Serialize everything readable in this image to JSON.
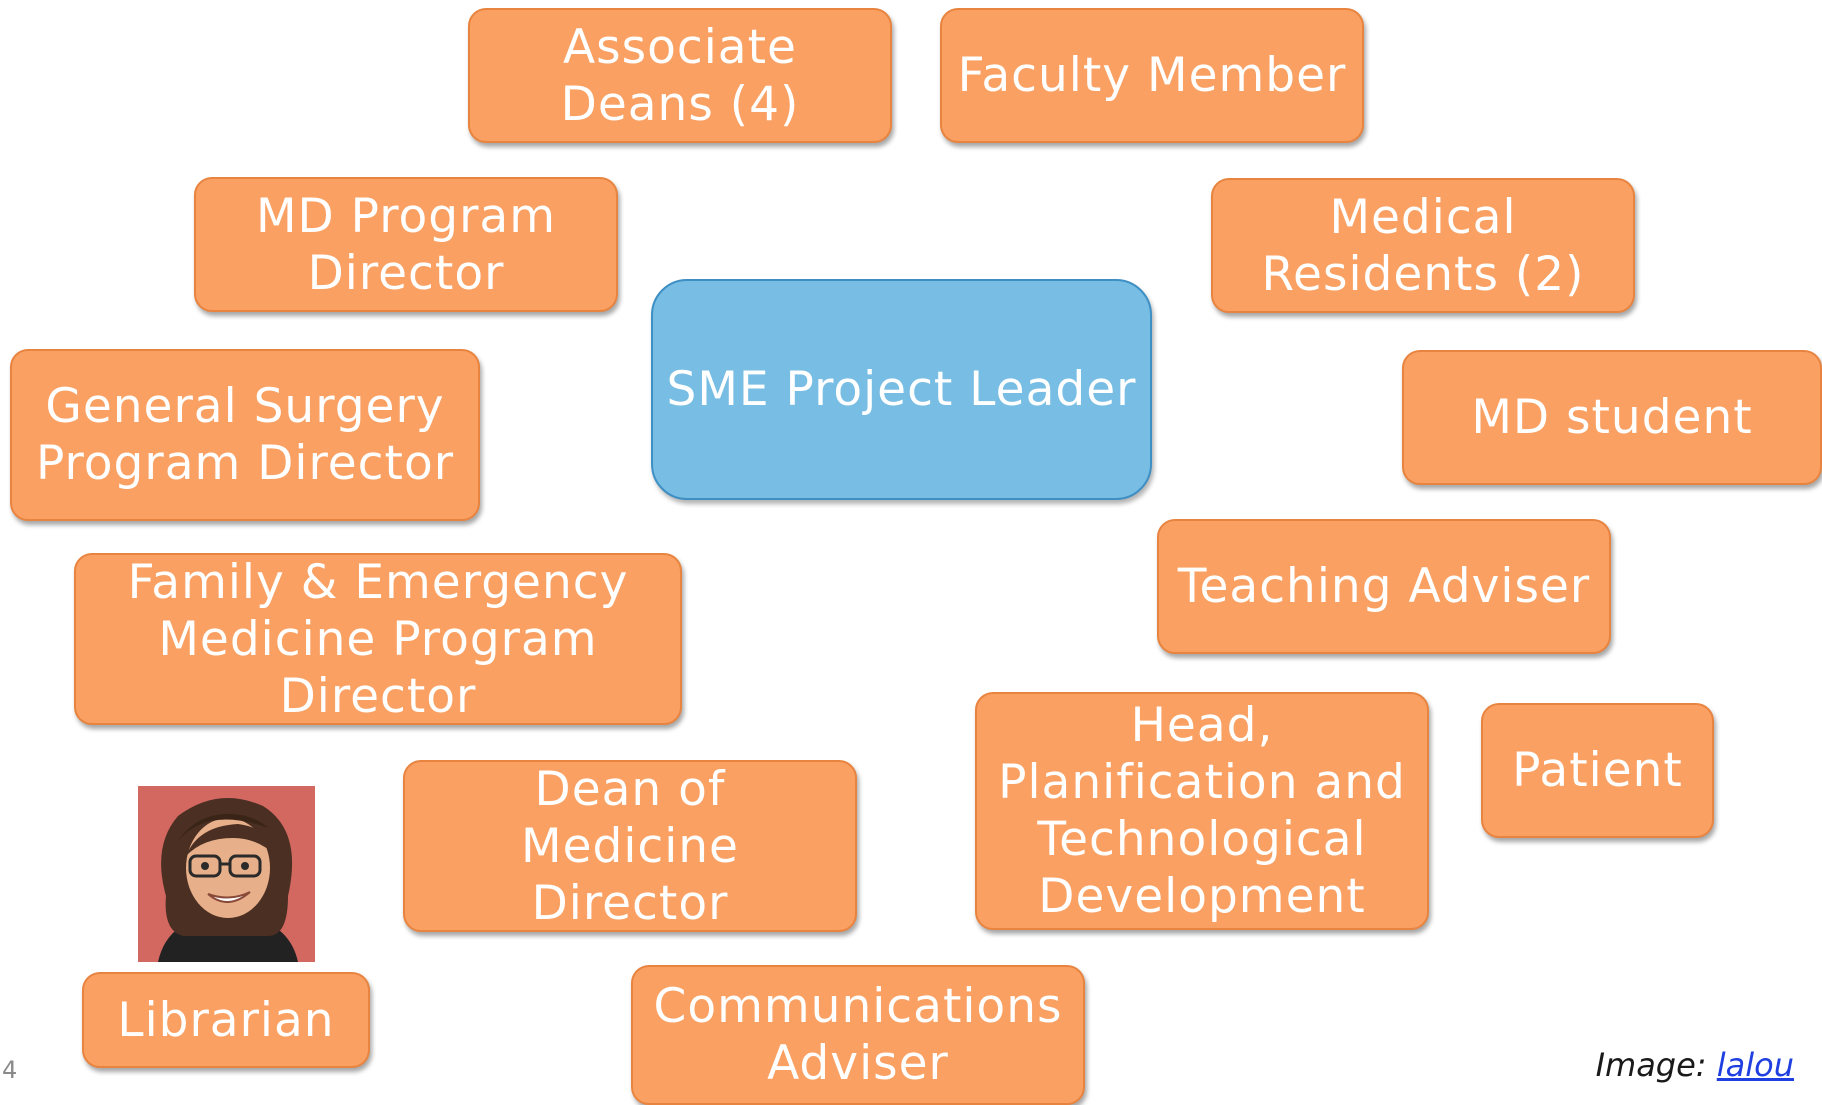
{
  "diagram": {
    "center": "SME Project Leader",
    "nodes": {
      "associate_deans": "Associate\nDeans (4)",
      "faculty_member": "Faculty Member",
      "md_program_director": "MD Program\nDirector",
      "medical_residents": "Medical\nResidents (2)",
      "general_surgery": "General Surgery\nProgram Director",
      "md_student": "MD student",
      "family_emergency": "Family & Emergency\nMedicine Program\nDirector",
      "teaching_adviser": "Teaching Adviser",
      "head_planification": "Head,\nPlanification and\nTechnological\nDevelopment",
      "patient": "Patient",
      "dean_of_medicine": "Dean of\nMedicine\nDirector",
      "librarian": "Librarian",
      "communications_adviser": "Communications\nAdviser"
    }
  },
  "footer": {
    "slide_number": "4",
    "credit_prefix": "Image: ",
    "credit_link": "lalou"
  },
  "colors": {
    "node_fill": "#f9a062",
    "node_border": "#e8843f",
    "center_fill": "#78bde3",
    "center_border": "#3d8fc4",
    "link": "#1f3fe0"
  },
  "icons": {
    "portrait": "librarian-portrait-illustration"
  }
}
